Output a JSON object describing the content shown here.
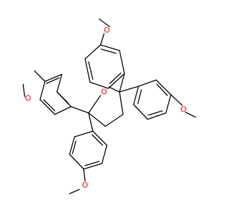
{
  "molecule": {
    "atoms": {
      "ring_oxygen": "O",
      "methoxy_top": "O",
      "methoxy_right": "O",
      "methoxy_left": "O",
      "methoxy_bottom": "O"
    },
    "colors": {
      "oxygen": "#ff0000",
      "bond": "#000000",
      "background": "#ffffff"
    }
  }
}
